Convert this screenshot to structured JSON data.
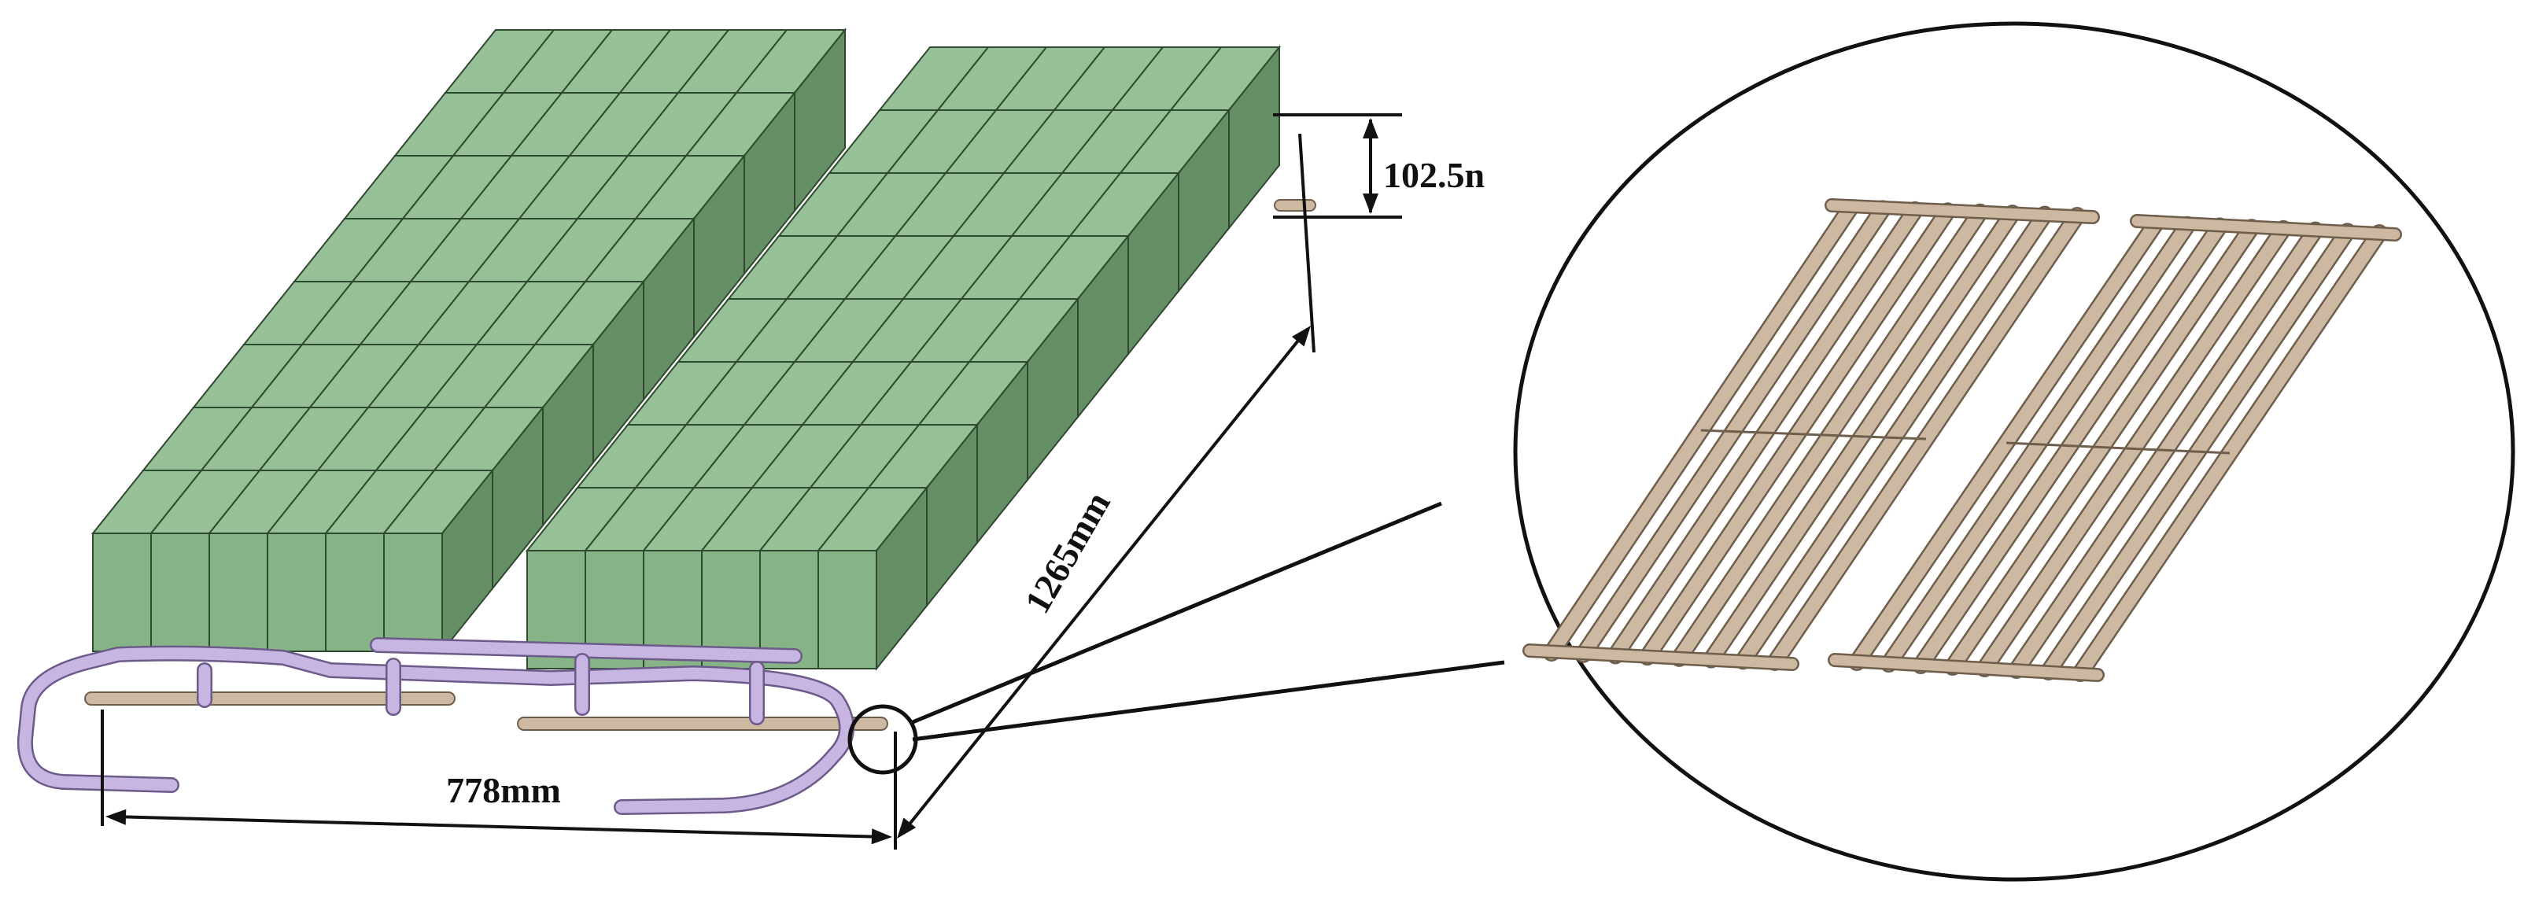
{
  "labels": {
    "width": "778mm",
    "length": "1265mm",
    "height": "102.5n"
  },
  "pack": {
    "modules": [
      {
        "name": "left",
        "cols": 6,
        "rows": 8
      },
      {
        "name": "right",
        "cols": 6,
        "rows": 8
      }
    ]
  },
  "cooling_plates": [
    {
      "name": "left",
      "channels": 8
    },
    {
      "name": "right",
      "channels": 8
    }
  ],
  "colors": {
    "cell_top": "#97c097",
    "cell_front": "#86b486",
    "cell_side": "#668f66",
    "cell_edge": "#2e4a2e",
    "tube": "#c8b6e2",
    "tube_edge": "#6c5a8a",
    "plate": "#cdb8a2",
    "plate_edge": "#6e5e4c",
    "line": "#111111"
  }
}
